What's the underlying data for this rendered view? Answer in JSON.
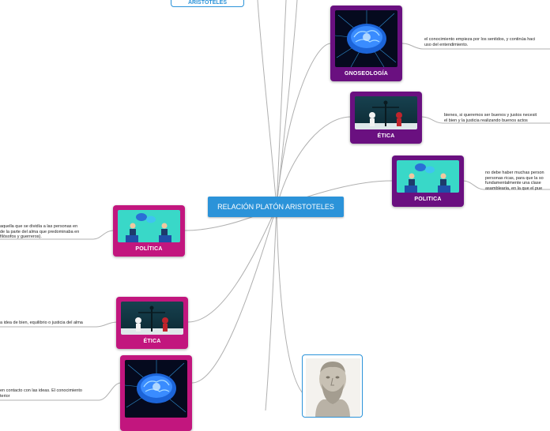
{
  "central": {
    "title": "RELACIÓN PLATÓN ARISTOTELES"
  },
  "top_node": {
    "label": "ARISTÓTELES"
  },
  "right_branches": [
    {
      "label": "GNOSEOLOGÍA",
      "icon": "brain-icon",
      "note": [
        "el conocimiento empieza por los sentidos, y continúa haci",
        "uso del entendimiento."
      ]
    },
    {
      "label": "ÉTICA",
      "icon": "scale-icon",
      "note": [
        "bienes, si queremos ser buenos y justos necesit",
        "el bien y la justicia realizando buenos actos"
      ]
    },
    {
      "label": "POLITICA",
      "icon": "debate-icon",
      "note": [
        "no debe haber muchas person",
        "personas ricas, para que la so",
        "fundamentalmente una clase",
        "asamblearia, en la que el pue"
      ]
    }
  ],
  "left_branches": [
    {
      "label": "POLÍTICA",
      "icon": "debate-icon",
      "note": [
        "aquella que se dividía a las personas en",
        "de la parte del alma que predominaba en",
        "filósofos y guerreros)."
      ]
    },
    {
      "label": "ÉTICA",
      "icon": "scale-icon",
      "note": [
        "a idea de bien, equilibrio o justicia del alma"
      ]
    },
    {
      "label": "",
      "icon": "brain-icon",
      "note": [
        "en contacto con las ideas. El conocimiento",
        "terior"
      ]
    }
  ],
  "bottom_node": {
    "icon": "plato-bust-icon"
  },
  "colors": {
    "central": "#2b93d9",
    "right_nodes": "#6a1080",
    "left_nodes": "#c2167e",
    "connector": "#aaaaaa"
  }
}
